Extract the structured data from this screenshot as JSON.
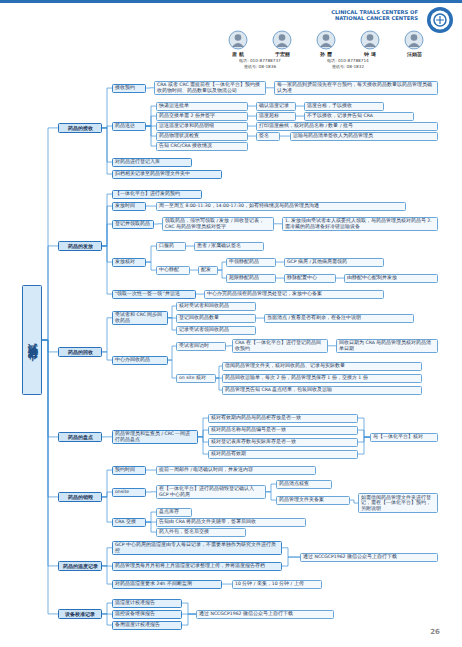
{
  "diagram": {
    "nodes": [
      {
        "text": [
          "试验进行中"
        ]
      },
      {
        "text": [
          "药品的接收"
        ]
      },
      {
        "text": [
          "接收预约"
        ]
      },
      {
        "text": [
          "CRA 或者 CRC 需提前在【一体化平台】预约接收药物时间、药品数量以及物流公司"
        ]
      },
      {
        "text": [
          "每一家药品到货前须先在平台预约，每天接收药品数量以药品管理员确认为准"
        ]
      },
      {
        "text": [
          "药品送达"
        ]
      },
      {
        "text": [
          "快递运送批单"
        ]
      },
      {
        "text": [
          "药品交接单需 2 份并签字"
        ]
      },
      {
        "text": [
          "运送温度记录和药品明细"
        ]
      },
      {
        "text": [
          "药品物理状况检查"
        ]
      },
      {
        "text": [
          "告知 CRC/CRA 接收情况"
        ]
      },
      {
        "text": [
          "确认温度记录"
        ]
      },
      {
        "text": [
          "温度合格，予以接收"
        ]
      },
      {
        "text": [
          "温度超标"
        ]
      },
      {
        "text": [
          "不予以接收，记录并告知 CRA"
        ]
      },
      {
        "text": [
          "打印温度曲线，核对药品名称 / 数量 / 批号"
        ]
      },
      {
        "text": [
          "签名"
        ]
      },
      {
        "text": [
          "运输与药品清单签收人为药品管理员"
        ]
      },
      {
        "text": [
          "对药品进行登记入库"
        ]
      },
      {
        "text": [
          "归档相关记录至药品管理文件夹中"
        ]
      },
      {
        "text": [
          "药品的发放"
        ]
      },
      {
        "text": [
          "【一体化平台】进行发药预约"
        ]
      },
      {
        "text": [
          "发放时间"
        ]
      },
      {
        "text": [
          "周一至周五 8:00-11:30，14:00-17:30，如有特殊情况与药品管理员沟通"
        ]
      },
      {
        "text": [
          "登记并领取药品"
        ]
      },
      {
        "text": [
          "领取药品，须填写领取 / 发放 / 回收登记表，CRC 与药品管理员核对签字"
        ]
      },
      {
        "text": [
          "1. 发放须由受试者本人或委托人领取，与药品管理员核对药品号 2. 需冷藏的药品请备好冷链运输设备"
        ]
      },
      {
        "text": [
          "发放核对"
        ]
      },
      {
        "text": [
          "口服药"
        ]
      },
      {
        "text": [
          "患者 / 家属确认签名"
        ]
      },
      {
        "text": [
          "中心静配"
        ]
      },
      {
        "text": [
          "配发"
        ]
      },
      {
        "text": [
          "申领静配药品"
        ]
      },
      {
        "text": [
          "GCP 病房 / 其他病房需领药"
        ]
      },
      {
        "text": [
          "超限静配药品"
        ]
      },
      {
        "text": [
          "静脉配置中心"
        ]
      },
      {
        "text": [
          "由静配中心配制并发放"
        ]
      },
      {
        "text": [
          "“领取一次性一签一领”并运送"
        ]
      },
      {
        "text": [
          "中心办完药品须在药品管理员处登记，发放中心备案"
        ]
      },
      {
        "text": [
          "药品的回收"
        ]
      },
      {
        "text": [
          "受试者和 CRC 同步回收药品"
        ]
      },
      {
        "text": [
          "核对受试者和回收药品"
        ]
      },
      {
        "text": [
          "登记回收药品数量"
        ]
      },
      {
        "text": [
          "当面清点 / 查看是否有剩余，在备注中说明"
        ]
      },
      {
        "text": [
          "记录受试者领回收药品"
        ]
      },
      {
        "text": [
          "中心办回收药品"
        ]
      },
      {
        "text": [
          "受试者回访时"
        ]
      },
      {
        "text": [
          "CRA 在【一体化平台】进行登记药品回收预约"
        ]
      },
      {
        "text": [
          "回收日期为 CRA 与药品管理员核对药品清单日期"
        ]
      },
      {
        "text": [
          "on site 核对"
        ]
      },
      {
        "text": [
          "借阅药品管理文件夹，核对回收药品、记录与实际数量"
        ]
      },
      {
        "text": [
          "药品回收运输单，每次 2 份，药品管理员保存 1 份，交接方 1 份"
        ]
      },
      {
        "text": [
          "药品管理员告知 CRA 盘点结果，包装回收及运输"
        ]
      },
      {
        "text": [
          "药品的盘点"
        ]
      },
      {
        "text": [
          "药品管理员和监查员 / CRC 一同进行药品盘点"
        ]
      },
      {
        "text": [
          "核对有效期内药品与药品柜存放是否一致"
        ]
      },
      {
        "text": [
          "核对药品名称与药品编号是否一致"
        ]
      },
      {
        "text": [
          "核对登记表库存数与实际库存是否一致"
        ]
      },
      {
        "text": [
          "核对药品有效期"
        ]
      },
      {
        "text": [
          "与【一体化平台】核对"
        ]
      },
      {
        "text": [
          "药品的销毁"
        ]
      },
      {
        "text": [
          "预约时间"
        ]
      },
      {
        "text": [
          "提前一周邮件 / 电话确认时间，并发送内容"
        ]
      },
      {
        "text": [
          "onsite"
        ]
      },
      {
        "text": [
          "在【一体化平台】进行药品销毁登记确认入 GCP 中心药房"
        ]
      },
      {
        "text": [
          "药品清点核查"
        ]
      },
      {
        "text": [
          "药品管理文件夹备案"
        ]
      },
      {
        "text": [
          "如需借阅药品管理文件夹进行登记，需在【一体化平台】预约，另附说明"
        ]
      },
      {
        "text": [
          "CRA 交接"
        ]
      },
      {
        "text": [
          "盘点库存"
        ]
      },
      {
        "text": [
          "告知由 CRA 将药品文件夹随带，签署后回收"
        ]
      },
      {
        "text": [
          "药入外包，签名后交接"
        ]
      },
      {
        "text": [
          "药品的温度记录"
        ]
      },
      {
        "text": [
          "GCP 中心药房的温湿度由专人每日记录，不需要单独作为研究文件进行质控"
        ]
      },
      {
        "text": [
          "药品管理员每月月初将上月温湿度记录整理上传，并将温度报告存档"
        ]
      },
      {
        "text": [
          "对药品温湿度要求 24h 不间断监测"
        ]
      },
      {
        "text": [
          "10 分钟 / 采集，10 分钟 / 上传"
        ]
      },
      {
        "text": [
          "通过 NCCGCP1962 微信公众号上自行下载"
        ]
      },
      {
        "text": [
          "设备校准记录"
        ]
      },
      {
        "text": [
          "温湿度计校准报告"
        ]
      },
      {
        "text": [
          "温控设备维保报告"
        ]
      },
      {
        "text": [
          "备用温度计校准报告"
        ]
      },
      {
        "text": [
          "通过 NCCGCP1962 微信公众号上自行下载"
        ]
      }
    ],
    "edges": [
      {
        "from": 0,
        "to": 1,
        "arrow": "none"
      },
      {
        "from": 0,
        "to": 20,
        "arrow": "none"
      },
      {
        "from": 0,
        "to": 39,
        "arrow": "none"
      },
      {
        "from": 0,
        "to": 53,
        "arrow": "none"
      },
      {
        "from": 0,
        "to": 60,
        "arrow": "none"
      },
      {
        "from": 0,
        "to": 72,
        "arrow": "none"
      },
      {
        "from": 0,
        "to": 78,
        "arrow": "none"
      },
      {
        "from": 1,
        "to": 2,
        "arrow": "none"
      },
      {
        "from": 2,
        "to": 3,
        "arrow": "none"
      },
      {
        "from": 3,
        "to": 4,
        "arrow": "none"
      },
      {
        "from": 1,
        "to": 5,
        "arrow": "none"
      },
      {
        "from": 5,
        "to": 6,
        "arrow": "none"
      },
      {
        "from": 5,
        "to": 7,
        "arrow": "none"
      },
      {
        "from": 5,
        "to": 8,
        "arrow": "none"
      },
      {
        "from": 5,
        "to": 9,
        "arrow": "none"
      },
      {
        "from": 5,
        "to": 10,
        "arrow": "none"
      },
      {
        "from": 6,
        "to": 11,
        "arrow": "none"
      },
      {
        "from": 11,
        "to": 12,
        "arrow": "none"
      },
      {
        "from": 7,
        "to": 13,
        "arrow": "none"
      },
      {
        "from": 13,
        "to": 14,
        "arrow": "none"
      },
      {
        "from": 8,
        "to": 15,
        "arrow": "none"
      },
      {
        "from": 9,
        "to": 16,
        "arrow": "none"
      },
      {
        "from": 16,
        "to": 17,
        "arrow": "none"
      },
      {
        "from": 1,
        "to": 18,
        "arrow": "none"
      },
      {
        "from": 1,
        "to": 19,
        "arrow": "none"
      },
      {
        "from": 20,
        "to": 21,
        "arrow": "none"
      },
      {
        "from": 20,
        "to": 22,
        "arrow": "none"
      },
      {
        "from": 22,
        "to": 23,
        "arrow": "none"
      },
      {
        "from": 20,
        "to": 24,
        "arrow": "none"
      },
      {
        "from": 24,
        "to": 25,
        "arrow": "none"
      },
      {
        "from": 25,
        "to": 26,
        "arrow": "none"
      },
      {
        "from": 20,
        "to": 27,
        "arrow": "none"
      },
      {
        "from": 27,
        "to": 28,
        "arrow": "none"
      },
      {
        "from": 28,
        "to": 29,
        "arrow": "none"
      },
      {
        "from": 27,
        "to": 30,
        "arrow": "none"
      },
      {
        "from": 30,
        "to": 31,
        "arrow": "none"
      },
      {
        "from": 31,
        "to": 32,
        "arrow": "none"
      },
      {
        "from": 32,
        "to": 33,
        "arrow": "none"
      },
      {
        "from": 31,
        "to": 34,
        "arrow": "none"
      },
      {
        "from": 34,
        "to": 35,
        "arrow": "none"
      },
      {
        "from": 35,
        "to": 36,
        "arrow": "none"
      },
      {
        "from": 20,
        "to": 37,
        "arrow": "none"
      },
      {
        "from": 37,
        "to": 38,
        "arrow": "none"
      },
      {
        "from": 39,
        "to": 40,
        "arrow": "none"
      },
      {
        "from": 40,
        "to": 41,
        "arrow": "none"
      },
      {
        "from": 40,
        "to": 42,
        "arrow": "none"
      },
      {
        "from": 42,
        "to": 43,
        "arrow": "none"
      },
      {
        "from": 40,
        "to": 44,
        "arrow": "none"
      },
      {
        "from": 39,
        "to": 45,
        "arrow": "none"
      },
      {
        "from": 45,
        "to": 46,
        "arrow": "none"
      },
      {
        "from": 46,
        "to": 47,
        "arrow": "none"
      },
      {
        "from": 47,
        "to": 48,
        "arrow": "none"
      },
      {
        "from": 45,
        "to": 49,
        "arrow": "none"
      },
      {
        "from": 49,
        "to": 50,
        "arrow": "none"
      },
      {
        "from": 49,
        "to": 51,
        "arrow": "none"
      },
      {
        "from": 49,
        "to": 52,
        "arrow": "none"
      },
      {
        "from": 53,
        "to": 54,
        "arrow": "none"
      },
      {
        "from": 54,
        "to": 55,
        "arrow": "none"
      },
      {
        "from": 54,
        "to": 56,
        "arrow": "none"
      },
      {
        "from": 54,
        "to": 57,
        "arrow": "none"
      },
      {
        "from": 54,
        "to": 58,
        "arrow": "none"
      },
      {
        "from": 55,
        "to": 59,
        "arrow": "none"
      },
      {
        "from": 56,
        "to": 59,
        "arrow": "none"
      },
      {
        "from": 57,
        "to": 59,
        "arrow": "none"
      },
      {
        "from": 58,
        "to": 59,
        "arrow": "none"
      },
      {
        "from": 60,
        "to": 61,
        "arrow": "none"
      },
      {
        "from": 61,
        "to": 62,
        "arrow": "none"
      },
      {
        "from": 60,
        "to": 63,
        "arrow": "none"
      },
      {
        "from": 63,
        "to": 64,
        "arrow": "none"
      },
      {
        "from": 64,
        "to": 65,
        "arrow": "none"
      },
      {
        "from": 64,
        "to": 66,
        "arrow": "none"
      },
      {
        "from": 66,
        "to": 67,
        "arrow": "none"
      },
      {
        "from": 60,
        "to": 68,
        "arrow": "none"
      },
      {
        "from": 68,
        "to": 69,
        "arrow": "none"
      },
      {
        "from": 68,
        "to": 70,
        "arrow": "none"
      },
      {
        "from": 68,
        "to": 71,
        "arrow": "none"
      },
      {
        "from": 72,
        "to": 73,
        "arrow": "none"
      },
      {
        "from": 72,
        "to": 74,
        "arrow": "none"
      },
      {
        "from": 72,
        "to": 75,
        "arrow": "none"
      },
      {
        "from": 75,
        "to": 76,
        "arrow": "none"
      },
      {
        "from": 73,
        "to": 77,
        "arrow": "none"
      },
      {
        "from": 74,
        "to": 77,
        "arrow": "none"
      },
      {
        "from": 78,
        "to": 79,
        "arrow": "none"
      },
      {
        "from": 78,
        "to": 80,
        "arrow": "none"
      },
      {
        "from": 78,
        "to": 81,
        "arrow": "none"
      },
      {
        "from": 79,
        "to": 82,
        "arrow": "none"
      },
      {
        "from": 80,
        "to": 82,
        "arrow": "none"
      },
      {
        "from": 81,
        "to": 82,
        "arrow": "none"
      }
    ],
    "labels": [
      "CLINICAL TRIALS CENTERS OF NATIONAL CANCER CENTERS",
      "唐 航",
      "于宏丽",
      "孙 霞",
      "钟 琦",
      "汪娟苗",
      "电话: 010-87788737",
      "座机号: 08-1836",
      "电话: 010-87788714",
      "座机号: 08-1832",
      "26"
    ]
  }
}
